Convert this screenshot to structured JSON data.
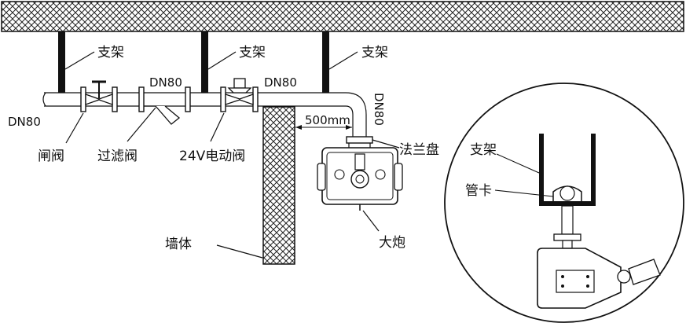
{
  "labels": {
    "support_1": "支架",
    "support_2": "支架",
    "support_3": "支架",
    "dn80_left": "DN80",
    "dn80_mid": "DN80",
    "dn80_right": "DN80",
    "dn80_vertical": "DN80",
    "gate_valve": "闸阀",
    "filter_valve": "过滤阀",
    "electric_valve": "24V电动阀",
    "distance": "500mm",
    "flange": "法兰盘",
    "wall": "墙体",
    "cannon": "大炮",
    "detail_support": "支架",
    "pipe_clamp": "管卡"
  },
  "colors": {
    "ink": "#111111",
    "hatch": "#222222",
    "background": "#ffffff"
  }
}
